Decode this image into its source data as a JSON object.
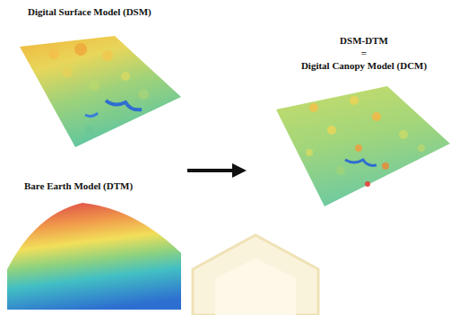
{
  "diagram": {
    "nodes": [
      {
        "text": [
          "Digital Surface Model (DSM)"
        ]
      },
      {
        "text": [
          "Bare Earth Model (DTM)"
        ]
      },
      {
        "text": [
          "DSM-DTM",
          "=",
          "Digital Canopy Model (DCM)"
        ]
      }
    ],
    "edges": [
      {
        "from": 1,
        "to": 2,
        "arrow": "to"
      }
    ]
  }
}
